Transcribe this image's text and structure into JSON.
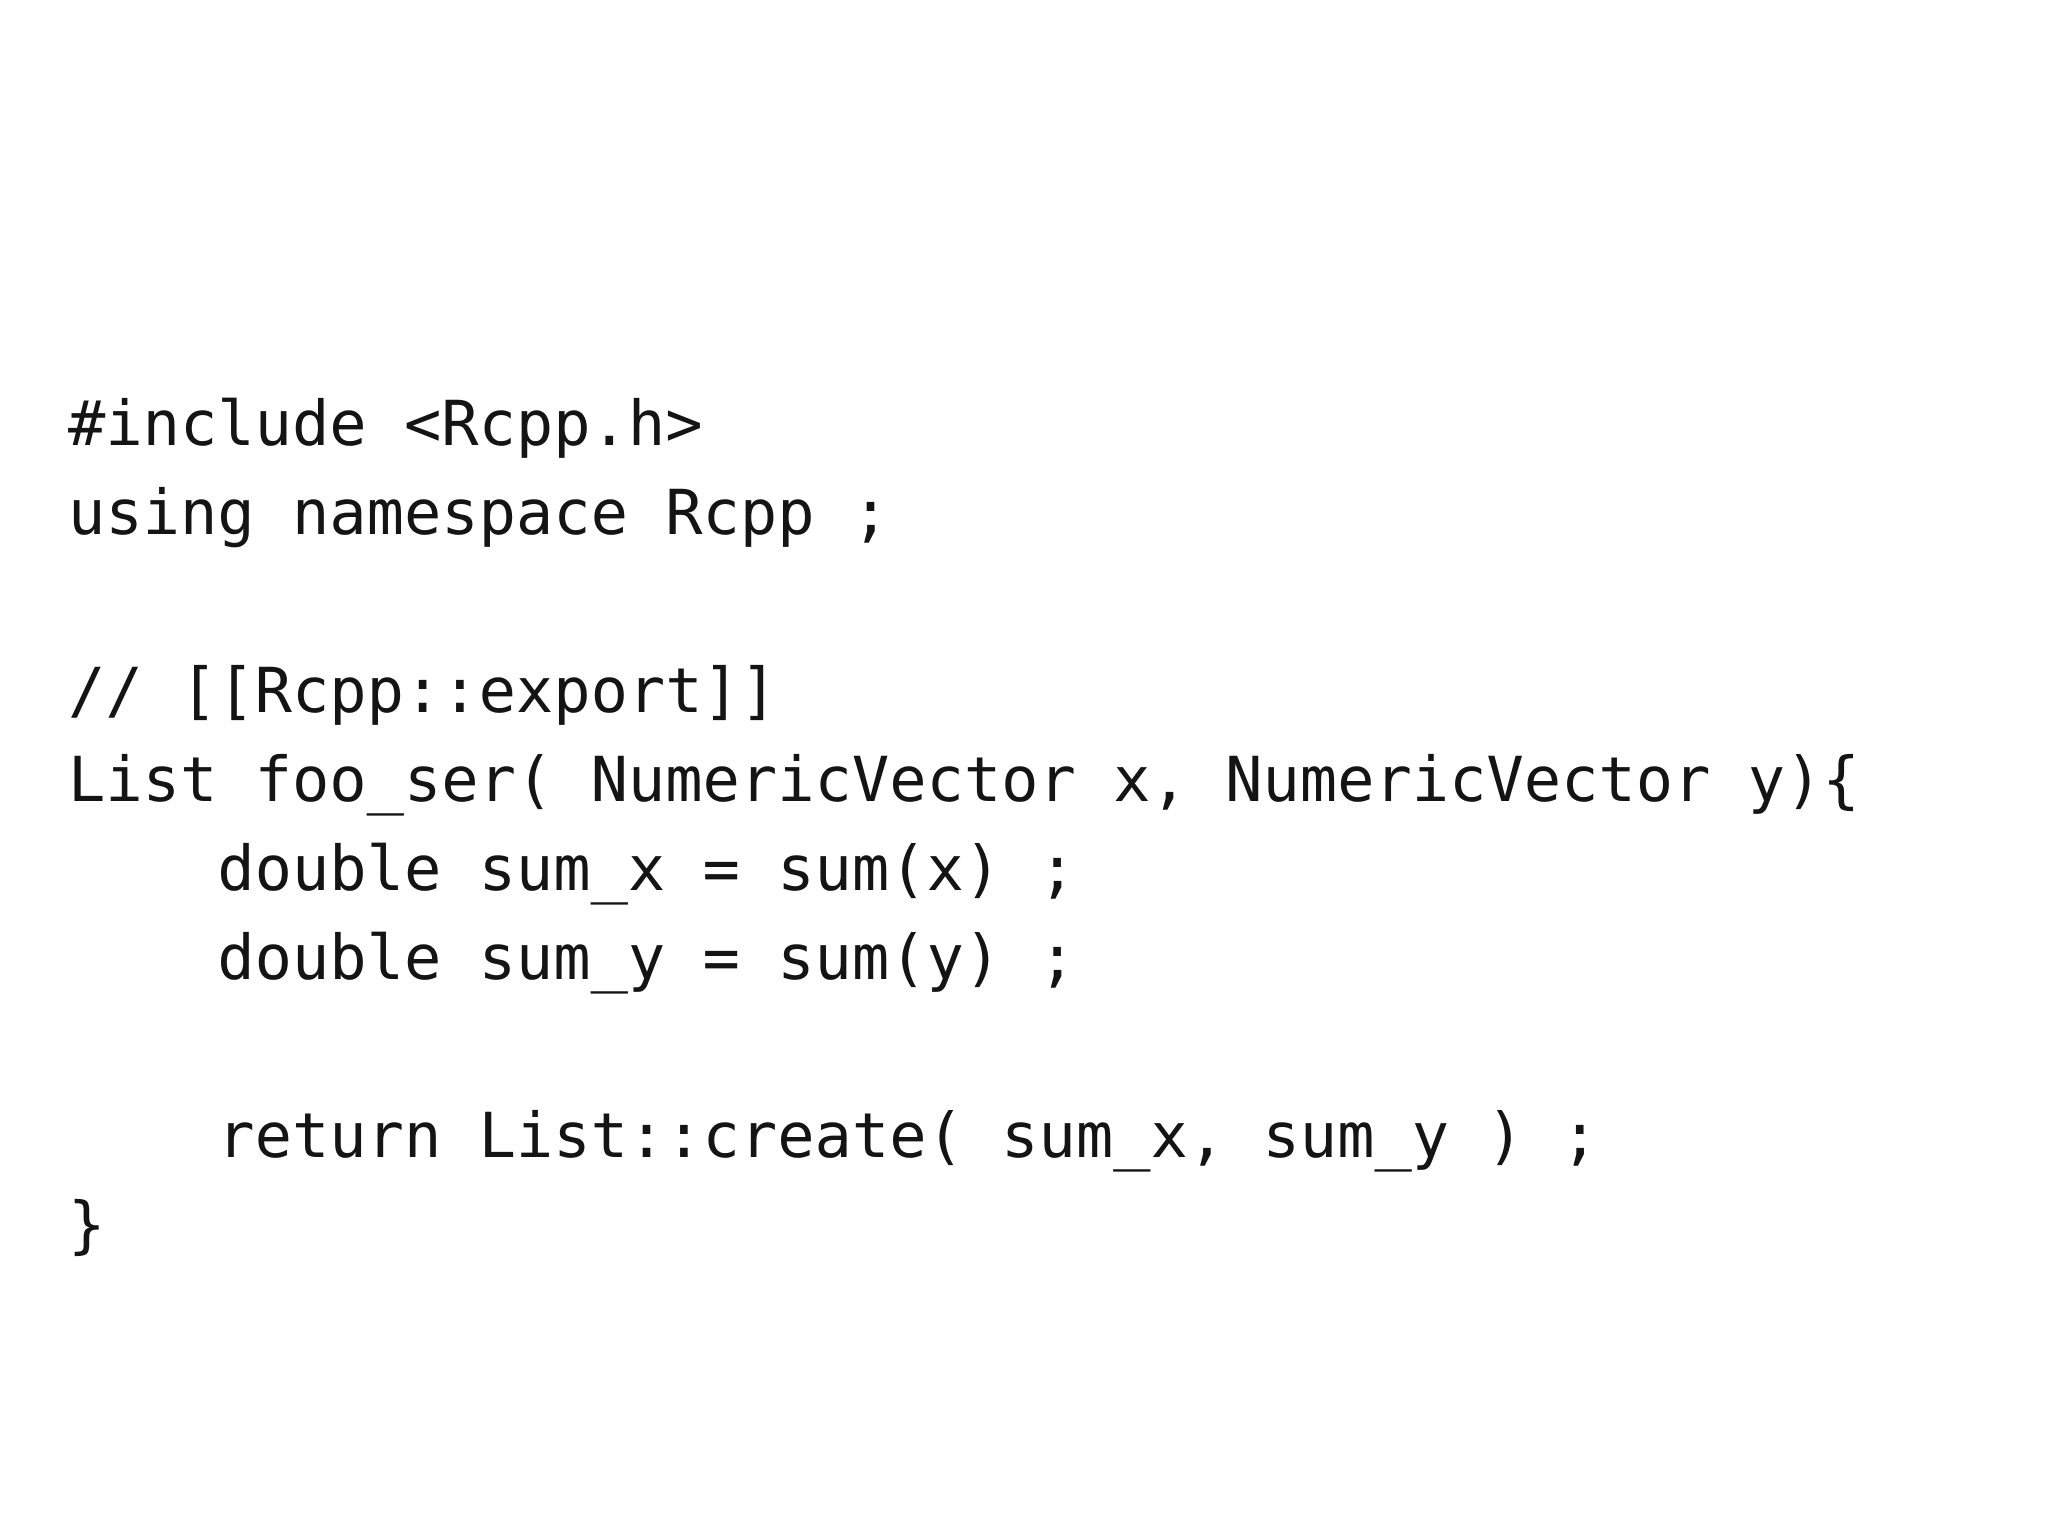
{
  "slide": {
    "background_color": "#ffffff",
    "text_color": "#141414",
    "language": "cpp"
  },
  "code": {
    "lines": [
      "#include <Rcpp.h>",
      "using namespace Rcpp ;",
      "",
      "// [[Rcpp::export]]",
      "List foo_ser( NumericVector x, NumericVector y){",
      "    double sum_x = sum(x) ;",
      "    double sum_y = sum(y) ;",
      "",
      "    return List::create( sum_x, sum_y ) ;",
      "}"
    ]
  }
}
